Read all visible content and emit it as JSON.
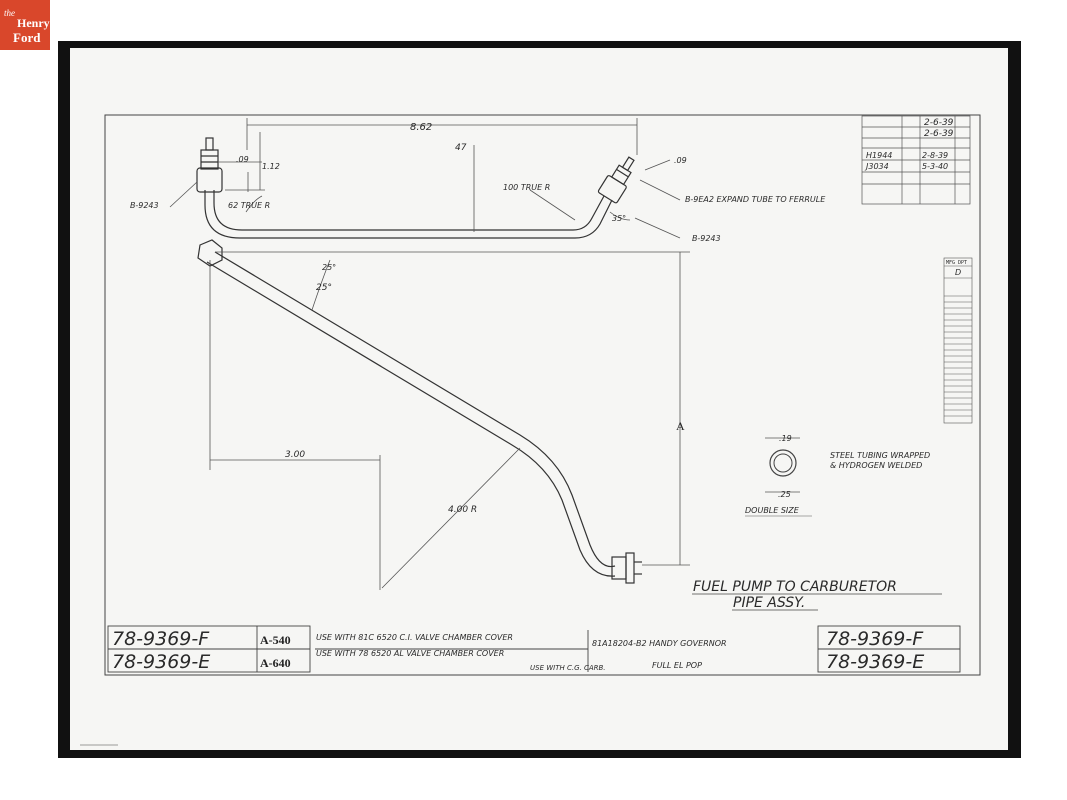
{
  "logo": {
    "the": "the",
    "henry": "Henry",
    "ford": "Ford"
  },
  "dims": {
    "overall": "8.62",
    "d47": "47",
    "d09a": ".09",
    "d112": "1.12",
    "d09b": ".09",
    "r62": "62 TRUE R",
    "r100": "100 TRUE R",
    "a35": "35°",
    "a25a": "25°",
    "a25b": "25°",
    "d300": "3.00",
    "r400": "4.00 R",
    "letterA": "A",
    "d19": ".19",
    "d25": ".25"
  },
  "callouts": {
    "left_part": "B-9243",
    "expand": "B-9EA2 EXPAND TUBE TO FERRULE",
    "right_part": "B-9243"
  },
  "notes": {
    "tubing1": "STEEL TUBING WRAPPED",
    "tubing2": "& HYDROGEN WELDED",
    "double": "DOUBLE SIZE"
  },
  "title": {
    "line1": "FUEL PUMP TO CARBURETOR",
    "line2": "PIPE ASSY."
  },
  "revisions": [
    {
      "label": "",
      "date": "2-6-39"
    },
    {
      "label": "",
      "date": "2-6-39"
    },
    {
      "label": "",
      "date": ""
    },
    {
      "label": "H1944",
      "date": "2-8-39"
    },
    {
      "label": "J3034",
      "date": "5-3-40"
    }
  ],
  "side_table": {
    "header": "MFG DPT",
    "value": "D"
  },
  "bottom": {
    "part_f": "78-9369-F",
    "part_e": "78-9369-E",
    "a_f": "A-540",
    "a_e": "A-640",
    "use1": "USE WITH 81C 6520 C.I. VALVE CHAMBER COVER",
    "use2": "USE WITH 78 6520 AL VALVE CHAMBER COVER",
    "governor": "81A18204-B2 HANDY GOVERNOR",
    "carb": "USE WITH C.G. CARB.",
    "full": "FULL EL POP",
    "right_f": "78-9369-F",
    "right_e": "78-9369-E"
  }
}
